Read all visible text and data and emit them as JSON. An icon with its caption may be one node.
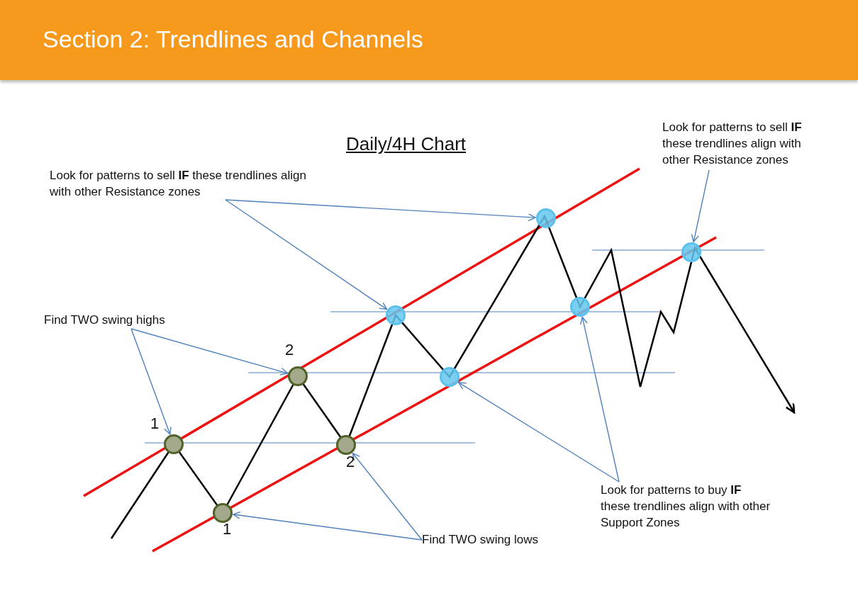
{
  "diagram": {
    "title": "Section 2: Trendlines and Channels",
    "nodes": [
      {
        "text": [
          "Look for patterns to sell **IF** these trendlines align with other Resistance zones"
        ]
      },
      {
        "text": [
          "Look for patterns to sell **IF** these trendlines align with other Resistance zones"
        ]
      },
      {
        "text": [
          "Find TWO swing highs"
        ]
      },
      {
        "text": [
          "Look for patterns to buy **IF** these trendlines align with other Support Zones"
        ]
      },
      {
        "text": [
          "Find TWO swing lows"
        ]
      },
      {
        "text": [],
        "shape": "circle"
      },
      {
        "text": [],
        "shape": "circle"
      },
      {
        "text": [],
        "shape": "circle"
      },
      {
        "text": [],
        "shape": "circle"
      },
      {
        "text": [],
        "shape": "circle"
      },
      {
        "text": [],
        "shape": "circle"
      },
      {
        "text": [],
        "shape": "circle"
      },
      {
        "text": [],
        "shape": "circle"
      },
      {
        "text": [],
        "shape": "circle"
      }
    ],
    "edges": [
      {
        "from": 0,
        "to": 11,
        "arrow": "to"
      },
      {
        "from": 0,
        "to": 9,
        "arrow": "to"
      },
      {
        "from": 1,
        "to": 13,
        "arrow": "to"
      },
      {
        "from": 2,
        "to": 5,
        "arrow": "to"
      },
      {
        "from": 2,
        "to": 7,
        "arrow": "to"
      },
      {
        "from": 3,
        "to": 10,
        "arrow": "to"
      },
      {
        "from": 3,
        "to": 12,
        "arrow": "to"
      },
      {
        "from": 4,
        "to": 6,
        "arrow": "to"
      },
      {
        "from": 4,
        "to": 8,
        "arrow": "to"
      }
    ],
    "labels": [
      "Daily/4H Chart",
      "2",
      "1",
      "2",
      "1"
    ]
  }
}
